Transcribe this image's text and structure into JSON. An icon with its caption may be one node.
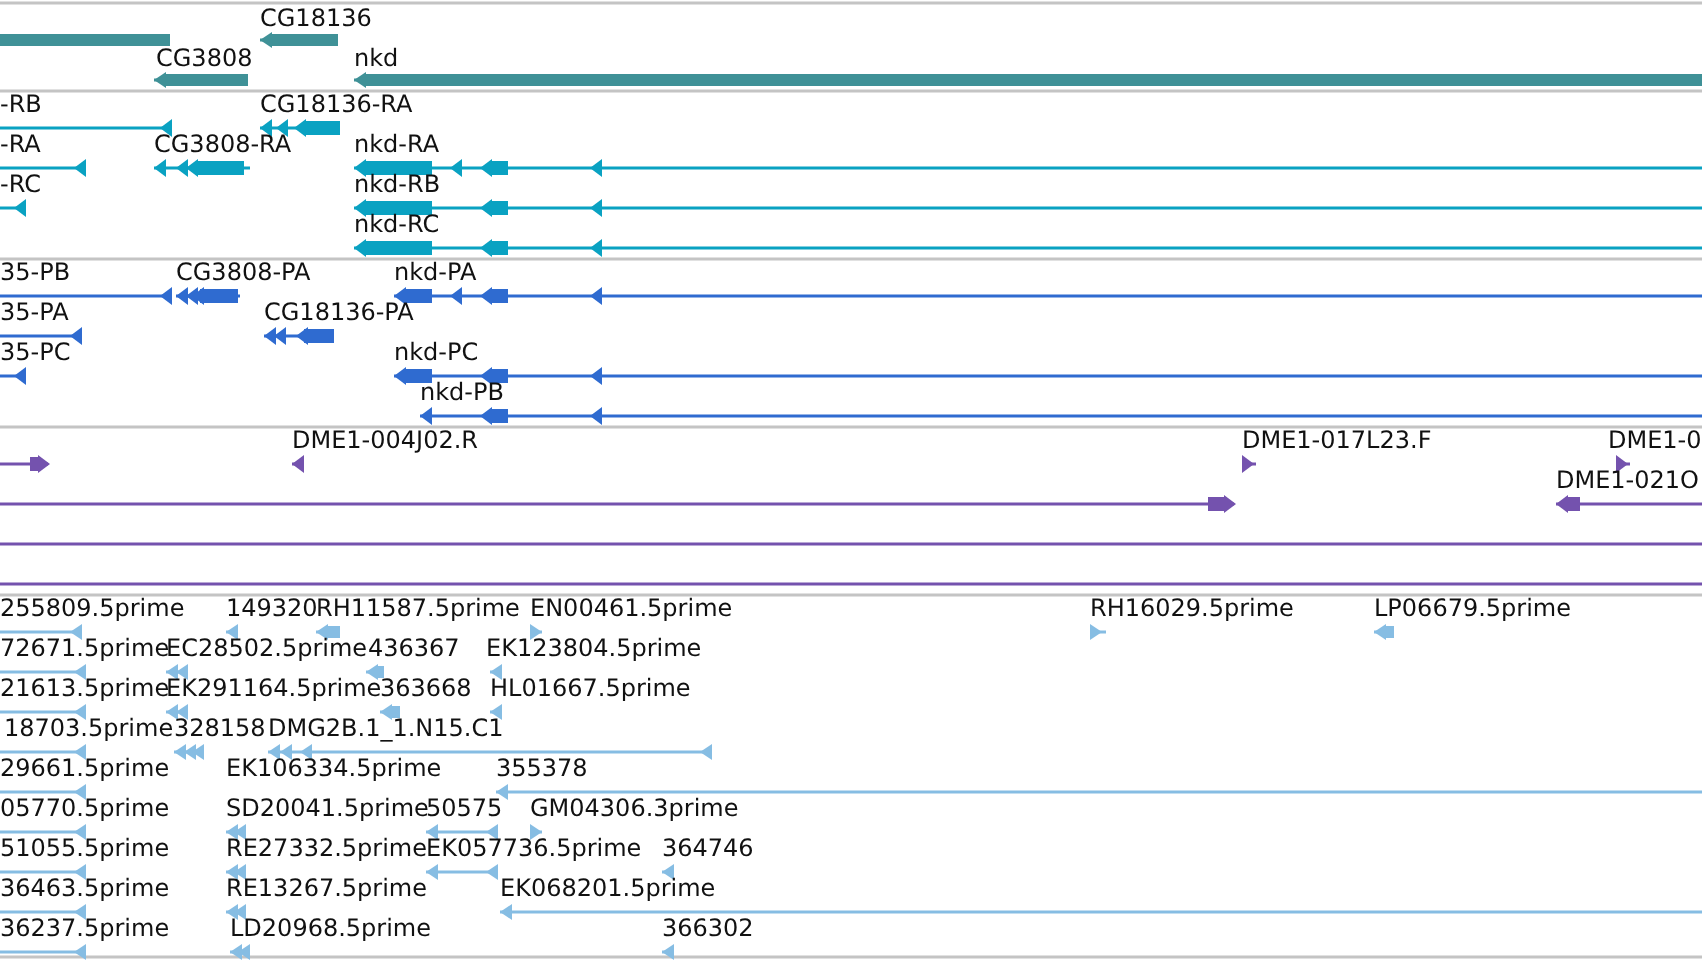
{
  "diagram": {
    "labels": [
      "CG18136",
      "CG3808",
      "nkd",
      "-RB",
      "CG18136-RA",
      "-RA",
      "CG3808-RA",
      "nkd-RA",
      "-RC",
      "nkd-RB",
      "nkd-RC",
      "35-PB",
      "CG3808-PA",
      "nkd-PA",
      "35-PA",
      "CG18136-PA",
      "35-PC",
      "nkd-PC",
      "nkd-PB",
      "DME1-004J02.R",
      "DME1-017L23.F",
      "DME1-0",
      "DME1-021O",
      "255809.5prime",
      "149320",
      "RH11587.5prime",
      "EN00461.5prime",
      "RH16029.5prime",
      "LP06679.5prime",
      "72671.5prime",
      "EC28502.5prime",
      "436367",
      "EK123804.5prime",
      "21613.5prime",
      "EK291164.5prime",
      "363668",
      "HL01667.5prime",
      "18703.5prime",
      "328158",
      "DMG2B.1_1.N15.C1",
      "29661.5prime",
      "EK106334.5prime",
      "355378",
      "05770.5prime",
      "SD20041.5prime",
      "50575",
      "GM04306.3prime",
      "51055.5prime",
      "RE27332.5prime",
      "EK057736.5prime",
      "364746",
      "36463.5prime",
      "RE13267.5prime",
      "EK068201.5prime",
      "36237.5prime",
      "LD20968.5prime",
      "366302"
    ]
  }
}
